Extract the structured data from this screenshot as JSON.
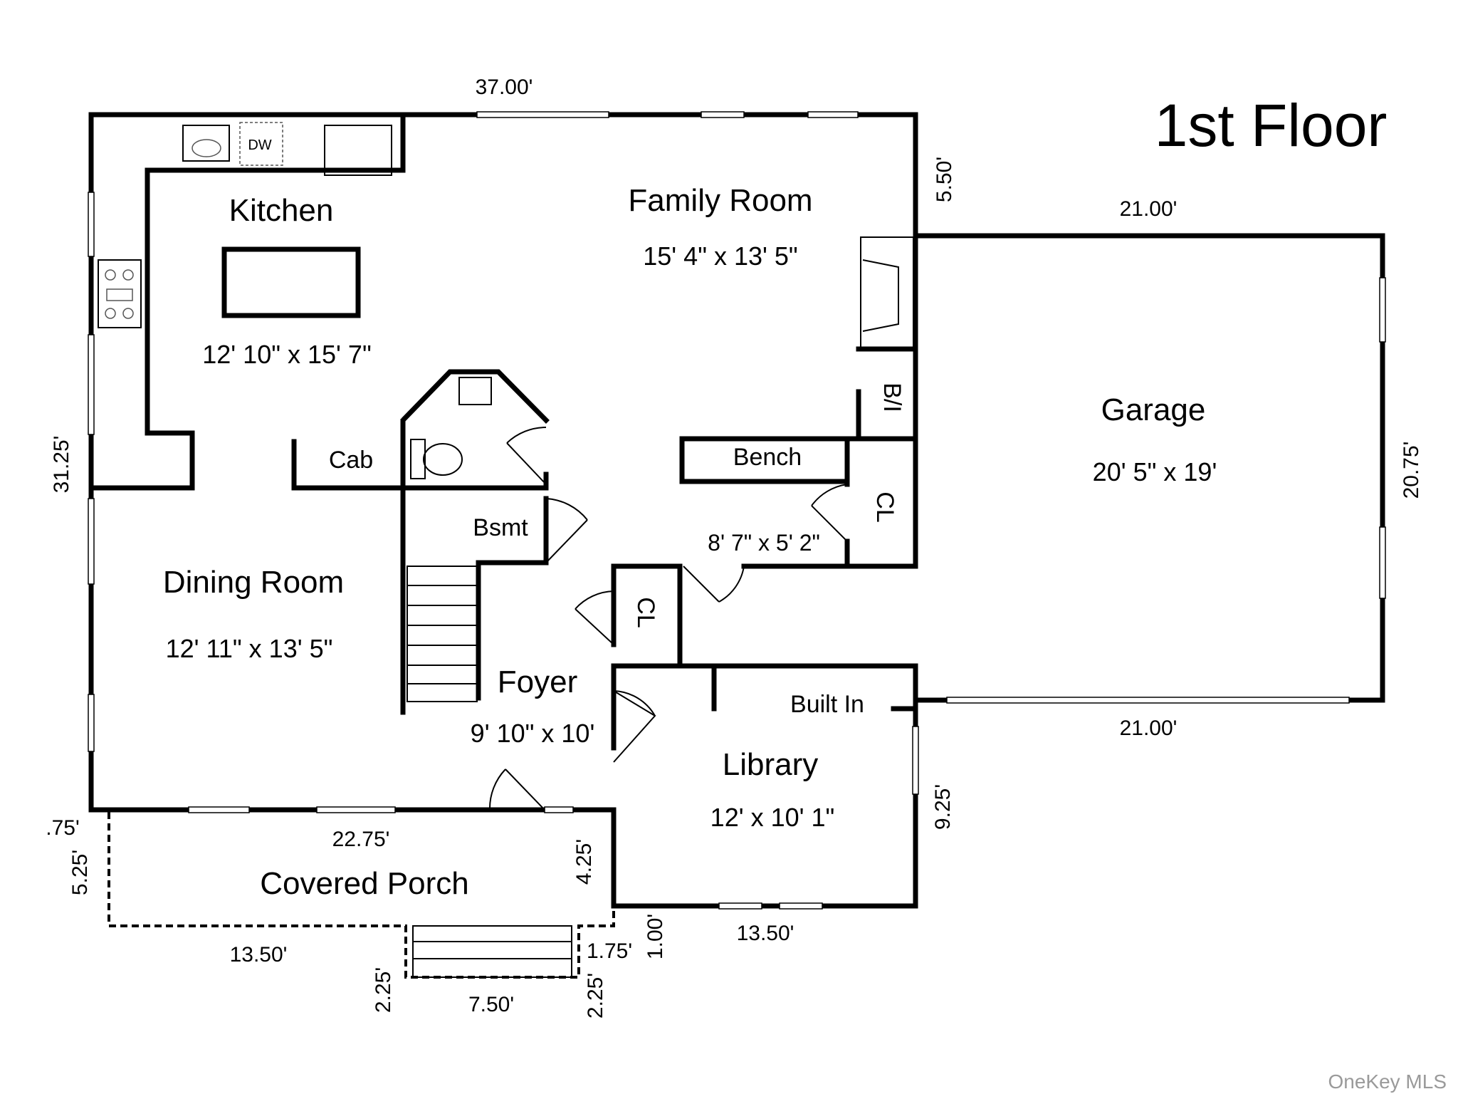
{
  "title": "1st Floor",
  "watermark": "OneKey MLS",
  "rooms": {
    "kitchen": {
      "name": "Kitchen",
      "size": "12' 10\" x 15' 7\""
    },
    "family_room": {
      "name": "Family Room",
      "size": "15' 4\" x 13' 5\""
    },
    "garage": {
      "name": "Garage",
      "size": "20' 5\" x 19'"
    },
    "dining_room": {
      "name": "Dining Room",
      "size": "12' 11\" x 13' 5\""
    },
    "foyer": {
      "name": "Foyer",
      "size": "9' 10\" x 10'"
    },
    "library": {
      "name": "Library",
      "size": "12' x 10' 1\""
    },
    "covered_porch": {
      "name": "Covered Porch"
    },
    "mudroom": {
      "size": "8' 7\" x 5' 2\""
    }
  },
  "labels": {
    "dw": "DW",
    "cab": "Cab",
    "bsmt": "Bsmt",
    "bench": "Bench",
    "bi": "B/I",
    "cl_1": "CL",
    "cl_2": "CL",
    "built_in": "Built In"
  },
  "dimensions": {
    "top_width": "37.00'",
    "right_step": "5.50'",
    "garage_top": "21.00'",
    "garage_bottom": "21.00'",
    "garage_right": "20.75'",
    "left_side": "31.25'",
    "library_right": "9.25'",
    "front_wall": "22.75'",
    "porch_left_small": ".75'",
    "porch_left": "5.25'",
    "porch_right": "4.25'",
    "porch_bottom": "13.50'",
    "library_bottom": "13.50'",
    "library_step": "1.00'",
    "stairs_right_top": "1.75'",
    "stairs_left": "2.25'",
    "stairs_bottom": "7.50'",
    "stairs_right": "2.25'"
  }
}
